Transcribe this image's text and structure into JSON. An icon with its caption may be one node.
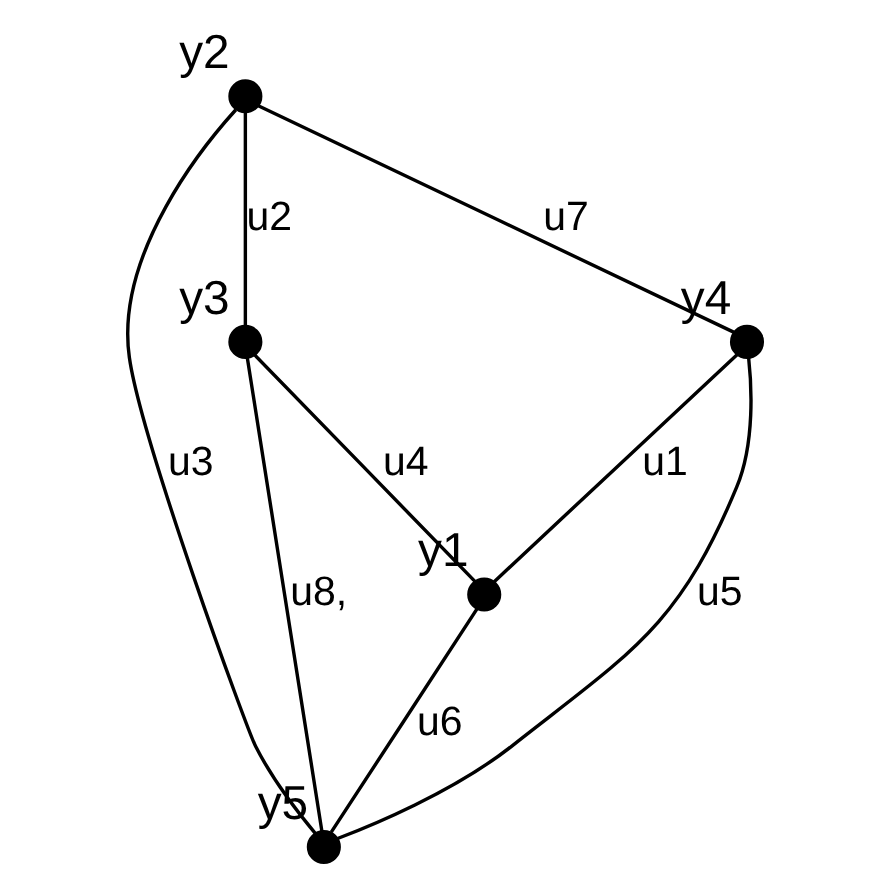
{
  "diagram": {
    "nodes": [
      {
        "text": [],
        "shape": "circle",
        "beside": [
          "y2"
        ]
      },
      {
        "text": [],
        "shape": "circle",
        "beside": [
          "y3"
        ]
      },
      {
        "text": [],
        "shape": "circle",
        "beside": [
          "y5"
        ]
      },
      {
        "text": [],
        "shape": "circle",
        "beside": [
          "y1"
        ]
      },
      {
        "text": [],
        "shape": "circle",
        "beside": [
          "y4"
        ]
      }
    ],
    "edges": [
      {
        "from": 4,
        "to": 3,
        "arrow": "none",
        "label": "u1"
      },
      {
        "from": 0,
        "to": 1,
        "arrow": "none",
        "label": "u2"
      },
      {
        "from": 0,
        "to": 2,
        "arrow": "none",
        "label": "u3"
      },
      {
        "from": 1,
        "to": 3,
        "arrow": "none",
        "label": "u4"
      },
      {
        "from": 4,
        "to": 2,
        "arrow": "none",
        "label": "u5"
      },
      {
        "from": 3,
        "to": 2,
        "arrow": "none",
        "label": "u6"
      },
      {
        "from": 0,
        "to": 4,
        "arrow": "none",
        "label": "u7"
      },
      {
        "from": 2,
        "to": 1,
        "arrow": "none",
        "label": "u8,"
      }
    ]
  }
}
